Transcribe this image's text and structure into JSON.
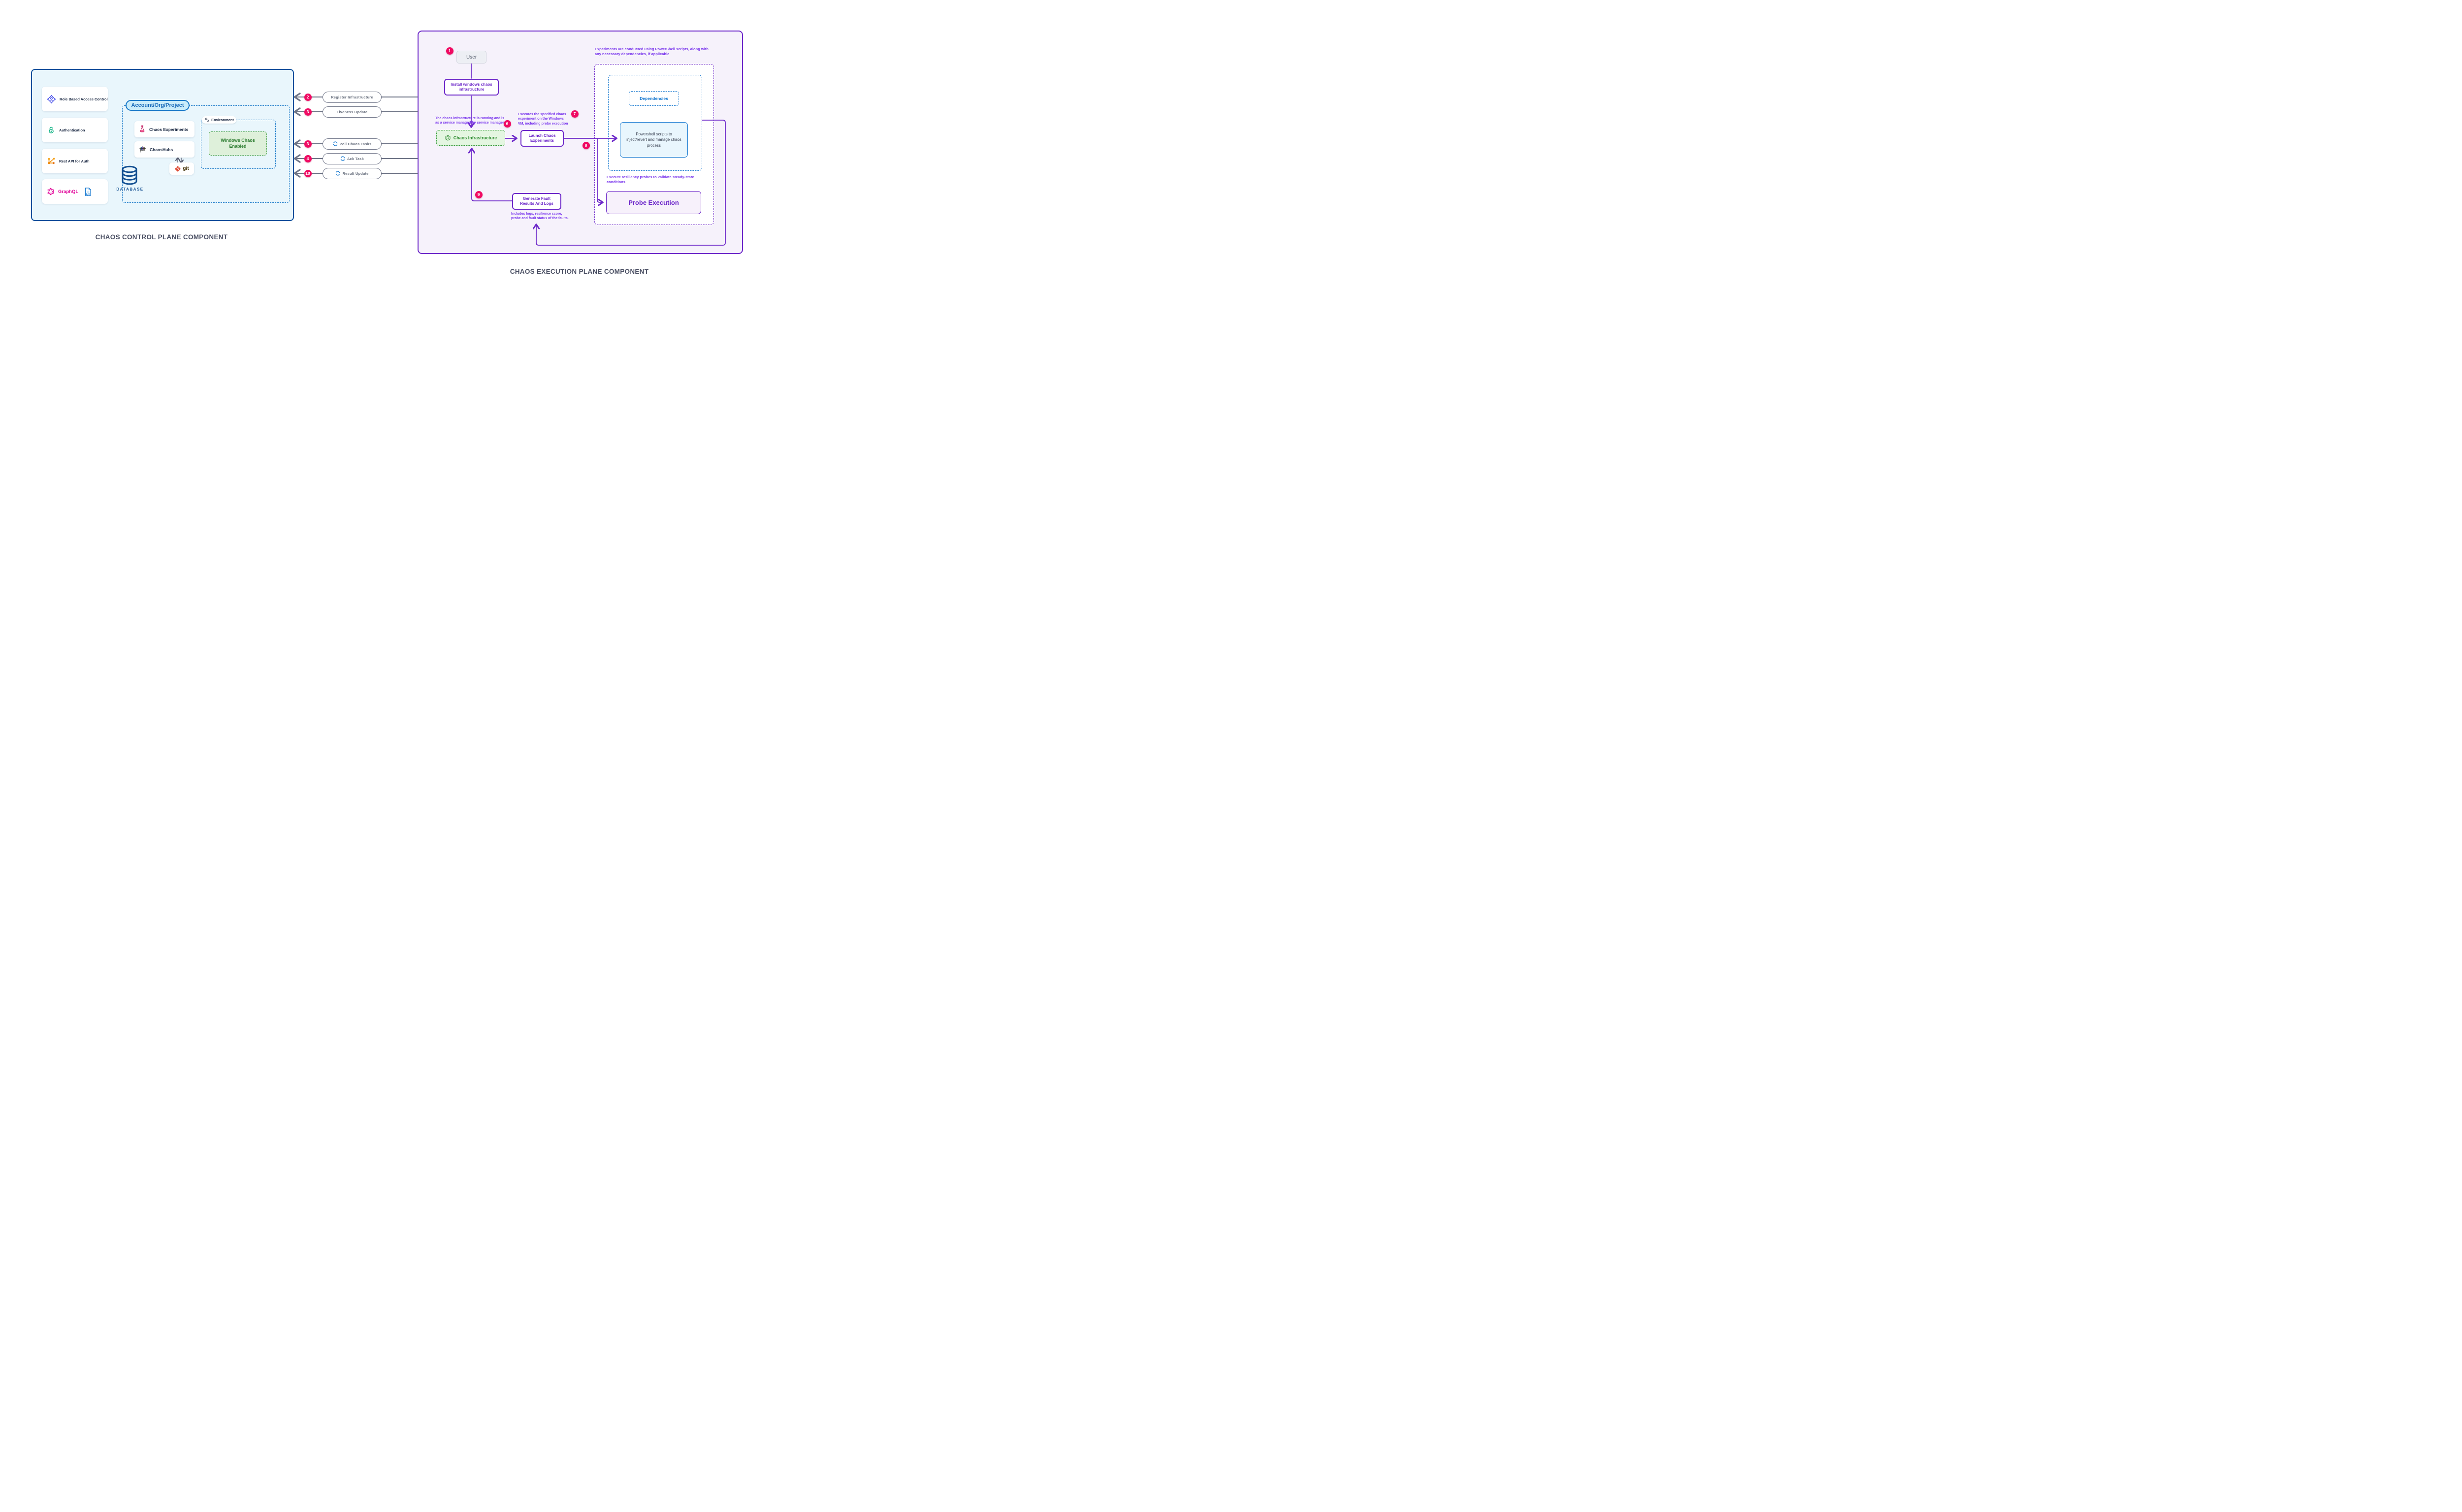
{
  "titles": {
    "left": "CHAOS CONTROL PLANE COMPONENT",
    "right": "CHAOS EXECUTION PLANE COMPONENT"
  },
  "left_panel": {
    "cards": [
      {
        "label": "Role Based Access Control",
        "icon": "rbac-icon"
      },
      {
        "label": "Authentication",
        "icon": "auth-lock-icon"
      },
      {
        "label": "Rest API for Auth",
        "icon": "rest-api-icon"
      },
      {
        "label": "GraphQL",
        "icon": "graphql-icon"
      }
    ],
    "api_file_text": "API",
    "account_pill": "Account/Org/Project",
    "experiments_card": "Chaos Experiments",
    "chaoshubs_card": "ChaosHubs",
    "git_label": "git",
    "environment_label": "Environment",
    "windows_chaos": "Windows Chaos Enabled",
    "database_label": "DATABASE"
  },
  "flows": [
    {
      "num": "2",
      "label": "Register Infrastructure",
      "has_sync_icon": false
    },
    {
      "num": "3",
      "label": "Liveness Update",
      "has_sync_icon": false
    },
    {
      "num": "3",
      "label": "Poll Chaos Tasks",
      "has_sync_icon": true
    },
    {
      "num": "4",
      "label": "Ack Task",
      "has_sync_icon": true
    },
    {
      "num": "10",
      "label": "Result Update",
      "has_sync_icon": true
    }
  ],
  "right_panel": {
    "user_box": "User",
    "install_box": "Install windows chaos infrastructure",
    "infra_note": "The chaos infrastructure is running and is as a service managed by service manager",
    "chaos_infra_box": "Chaos Infrastructure",
    "launch_note": "Executes the specified chaos experiment on the Windows VM, including probe execution",
    "launch_box": "Launch Chaos Experiments",
    "ps_note": "Experiments are conducted using PowerShell scripts, along with any necessary dependencies, if applicable",
    "dependencies_box": "Dependencies",
    "powershell_box": "Powershell scripts to inject/revert and manage chaos process",
    "probe_note": "Execute resiliency probes to validate steady-state conditions",
    "probe_box": "Probe Execution",
    "generate_box": "Generate Fault Results And Logs",
    "results_note": "Includes logs, resilience score, probe and fault status of the faults."
  },
  "badges": [
    "1",
    "2",
    "3",
    "3",
    "4",
    "10",
    "6",
    "7",
    "8",
    "9"
  ],
  "icons": {
    "rbac-icon": "diamond outline with person",
    "auth-lock-icon": "open padlock",
    "rest-api-icon": "orange branch nodes",
    "graphql-icon": "pink hexagon graph logo",
    "api-file-icon": "document with API text",
    "flask-icon": "pink chemistry flask",
    "chaoshub-rack-icon": "test tube rack",
    "git-icon": "git diamond logo",
    "hexagons-icon": "two hexagons",
    "chaos-hexagon-icon": "nested hexagon",
    "sync-icon": "circular refresh arrows",
    "database-icon": "database cylinder"
  },
  "colors": {
    "left_panel_bg": "#e9f6fc",
    "left_panel_border": "#11519d",
    "right_panel_bg": "#f6f2fb",
    "purple": "#6d28c9",
    "purple_note": "#7c3aed",
    "badge_pink": "#f00b63",
    "grey_line": "#6e7486",
    "green": "#2b8a2e",
    "green_bg": "#e4f6e1",
    "blue": "#1779d0",
    "blue_pill_bg": "#c9ecfa",
    "graphql_pink": "#e10098",
    "git_orange": "#de4c36",
    "title_color": "#4a4f63"
  }
}
